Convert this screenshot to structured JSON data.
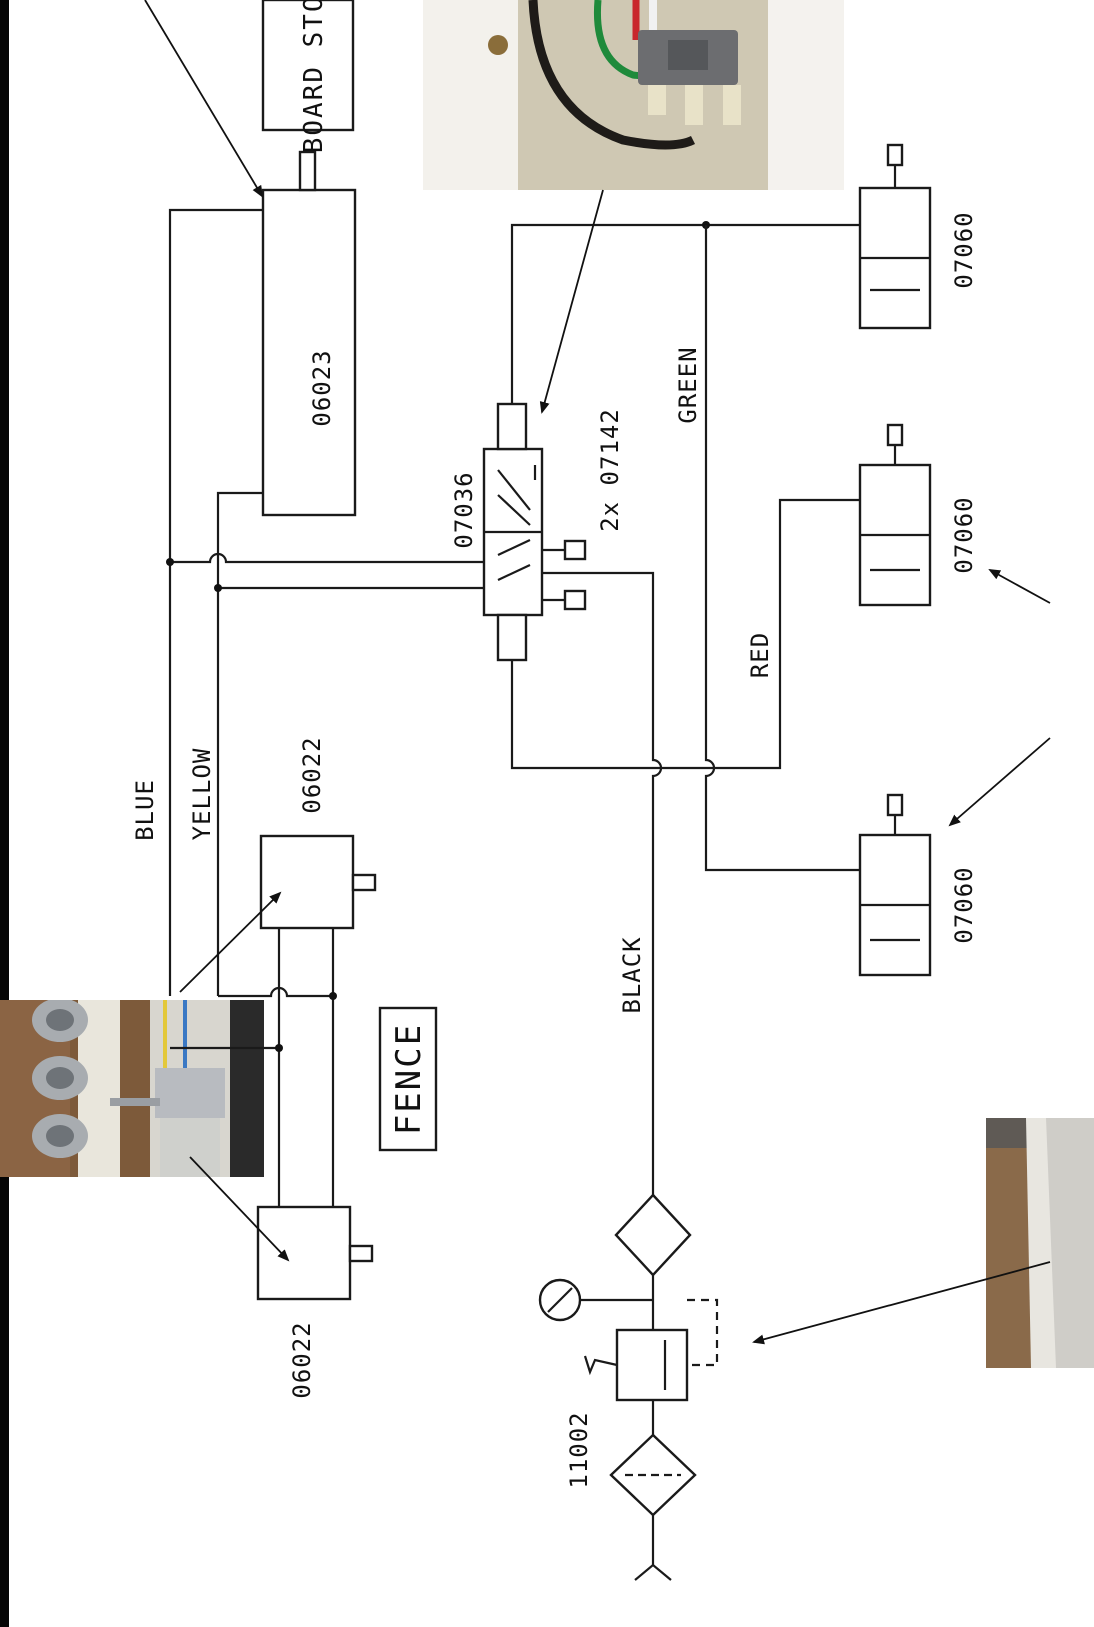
{
  "labels": {
    "board_stop": "BOARD STOP",
    "fence": "FENCE",
    "cylinder_board_stop": "06023",
    "cylinder_fence_top": "06022",
    "cylinder_fence_bottom": "06022",
    "valve_main": "07036",
    "silencers": "2x 07142",
    "push_valve_1": "07060",
    "push_valve_2": "07060",
    "push_valve_3": "07060",
    "frl_unit": "11002",
    "hose_blue": "BLUE",
    "hose_yellow": "YELLOW",
    "hose_green": "GREEN",
    "hose_red": "RED",
    "hose_black": "BLACK"
  },
  "colors": {
    "line": "#1a1a1a",
    "photo_cabinet": "#d9d4c3",
    "photo_fence": "#7a5a3c",
    "photo_leg": "#8a6a4a"
  }
}
